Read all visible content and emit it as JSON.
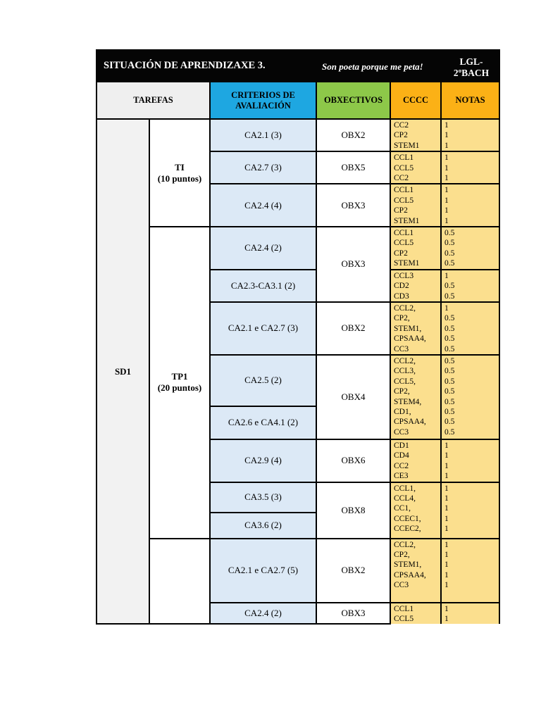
{
  "title_bar": {
    "title": "SITUACIÓN DE APRENDIZAXE 3.",
    "subtitle": "Son poeta porque me peta!",
    "course": "LGL-2ºBACH"
  },
  "columns": {
    "tarefas": "TAREFAS",
    "criterios": "CRITERIOS DE AVALIACIÓN",
    "obxectivos": "OBXECTIVOS",
    "cccc": "CCCC",
    "notas": "NOTAS"
  },
  "colors": {
    "title_bar_bg": "#050505",
    "tarefas_header_bg": "#efefef",
    "criterios_header_bg": "#1ea7e1",
    "obxectivos_header_bg": "#8dc849",
    "cccc_notas_header_bg": "#fbb116",
    "criterio_cell_bg": "#dce9f6",
    "cccc_notas_cell_bg": "#fbdf8e",
    "sd_cell_bg": "#f2f2f2"
  },
  "body": {
    "sd_label": "SD1",
    "groups": [
      {
        "label": [
          "TI",
          "(10 puntos)"
        ]
      },
      {
        "label": [
          "TP1",
          "(20 puntos)"
        ]
      },
      {
        "label": [
          ""
        ]
      }
    ],
    "rows": [
      {
        "criterio": "CA2.1  (3)",
        "obxectivo": "OBX2",
        "cccc": [
          "CC2",
          "CP2",
          "STEM1"
        ],
        "notas": [
          "1",
          "1",
          "1"
        ]
      },
      {
        "criterio": "CA2.7  (3)",
        "obxectivo": "OBX5",
        "cccc": [
          "CCL1",
          "CCL5",
          "CC2"
        ],
        "notas": [
          "1",
          "1",
          "1"
        ]
      },
      {
        "criterio": "CA2.4 (4)",
        "obxectivo": "OBX3",
        "cccc": [
          "CCL1",
          "CCL5",
          "CP2",
          "STEM1"
        ],
        "notas": [
          "1",
          "1",
          "1",
          "1"
        ]
      },
      {
        "criterio": "CA2.4 (2)",
        "obxectivo": "OBX3",
        "cccc": [
          "CCL1",
          "CCL5",
          "CP2",
          "STEM1"
        ],
        "notas": [
          "0.5",
          "0.5",
          "0.5",
          "0.5"
        ]
      },
      {
        "criterio": "CA2.3-CA3.1 (2)",
        "cccc": [
          "CCL3",
          "CD2",
          "CD3"
        ],
        "notas": [
          "1",
          "0.5",
          "0.5"
        ]
      },
      {
        "criterio": "CA2.1 e CA2.7 (3)",
        "obxectivo": "OBX2",
        "cccc": [
          "CCL2,",
          "CP2,",
          "STEM1,",
          "CPSAA4,",
          "CC3"
        ],
        "notas": [
          "1",
          "0.5",
          "0.5",
          "0.5",
          "0.5"
        ]
      },
      {
        "criterio": "CA2.5   (2)",
        "obxectivo": "OBX4",
        "cccc": [
          "CCL2,",
          "CCL3,",
          "CCL5,",
          "CP2,",
          "STEM4,",
          "CD1,",
          "CPSAA4,",
          "CC3"
        ],
        "notas": [
          "0.5",
          "0.5",
          "0.5",
          "0.5",
          "0.5",
          "0.5",
          "0.5",
          "0.5"
        ]
      },
      {
        "criterio": "CA2.6  e CA4.1 (2)"
      },
      {
        "criterio": "CA2.9 (4)",
        "obxectivo": "OBX6",
        "cccc": [
          "CD1",
          "CD4",
          "CC2",
          "CE3"
        ],
        "notas": [
          "1",
          "1",
          "1",
          "1"
        ]
      },
      {
        "criterio": "CA3.5 (3)",
        "obxectivo": "OBX8",
        "cccc": [
          "CCL1,",
          "CCL4,",
          "CC1,",
          "CCEC1,",
          "CCEC2,"
        ],
        "notas": [
          "1",
          "1",
          "1",
          "1",
          "1"
        ]
      },
      {
        "criterio": "CA3.6 (2)"
      },
      {
        "criterio": "CA2.1 e CA2.7 (5)",
        "obxectivo": "OBX2",
        "cccc": [
          "CCL2,",
          "CP2,",
          "STEM1,",
          "CPSAA4,",
          "CC3"
        ],
        "notas": [
          "1",
          "1",
          "1",
          "1",
          "1"
        ]
      },
      {
        "criterio": "CA2.4 (2)",
        "obxectivo": "OBX3",
        "cccc": [
          "CCL1",
          "CCL5"
        ],
        "notas": [
          "1",
          "1"
        ]
      }
    ]
  }
}
